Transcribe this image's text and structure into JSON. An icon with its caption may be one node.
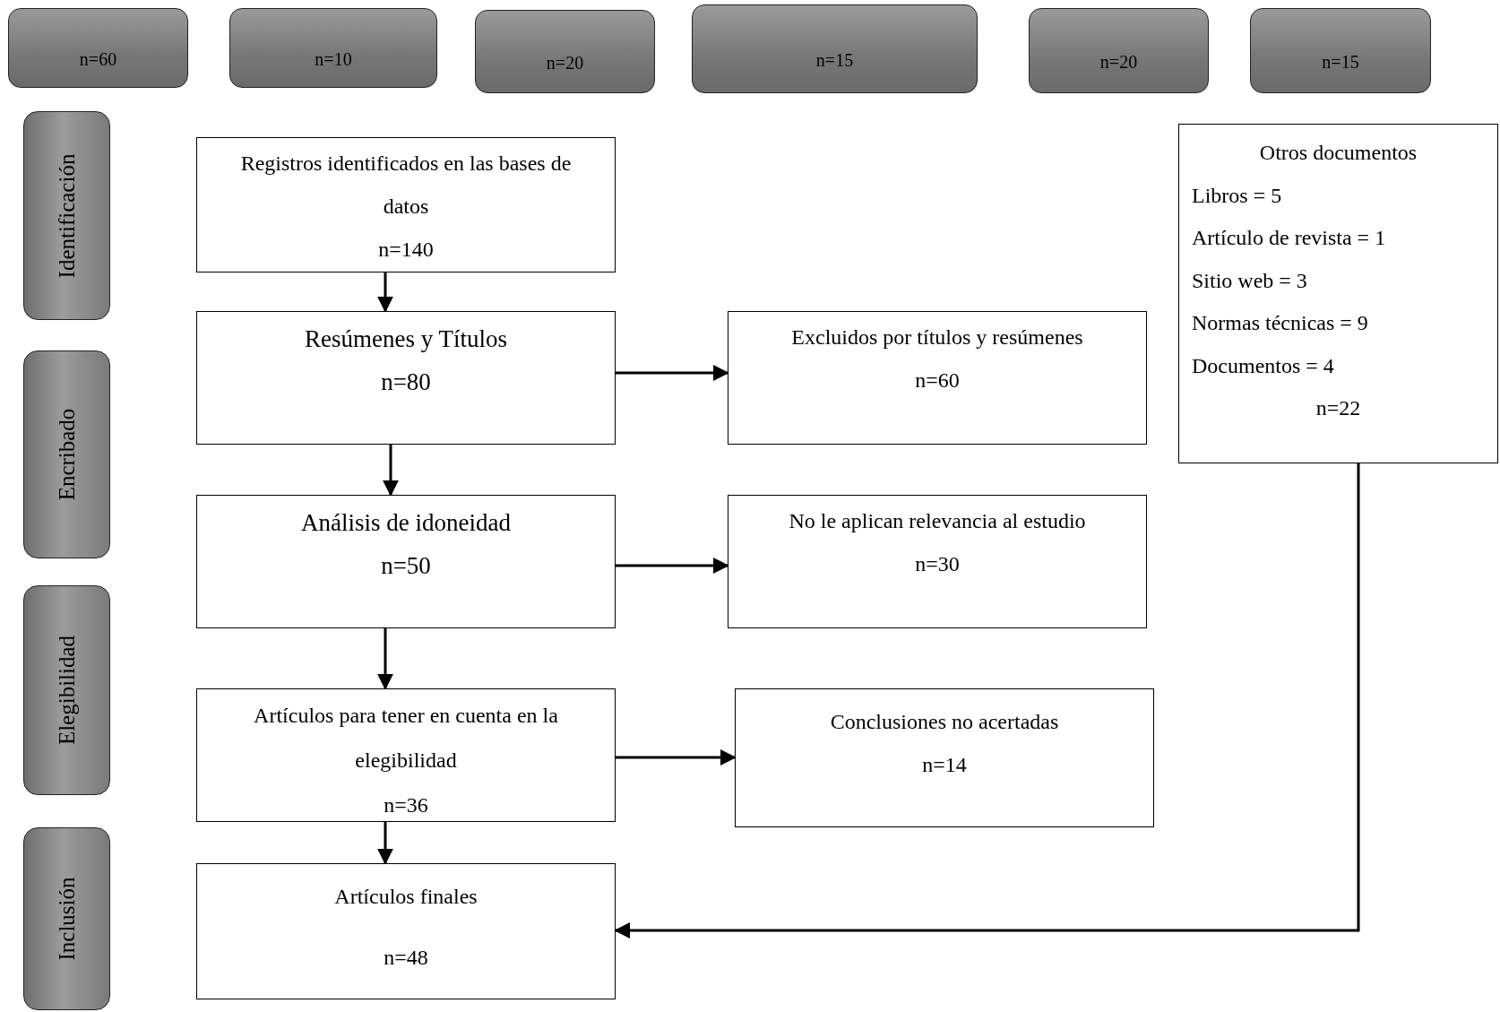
{
  "diagram": {
    "nodes": [
      {
        "text": [
          "n=60"
        ]
      },
      {
        "text": [
          "n=10"
        ]
      },
      {
        "text": [
          "n=20"
        ]
      },
      {
        "text": [
          "n=15"
        ]
      },
      {
        "text": [
          "n=20"
        ]
      },
      {
        "text": [
          "n=15"
        ]
      },
      {
        "text": [
          "Identificación"
        ]
      },
      {
        "text": [
          "Registros identificados en las bases de datos",
          "n=140"
        ]
      },
      {
        "text": [
          "Otros documentos",
          "Libros = 5",
          "Artículo de revista = 1",
          "Sitio web = 3",
          "Normas técnicas = 9",
          "Documentos = 4",
          "n=22"
        ]
      },
      {
        "text": [
          "Encribado"
        ]
      },
      {
        "text": [
          "Resúmenes y Títulos",
          "n=80"
        ]
      },
      {
        "text": [
          "Excluidos por títulos y resúmenes",
          "n=60"
        ]
      },
      {
        "text": [
          "Análisis de idoneidad",
          "n=50"
        ]
      },
      {
        "text": [
          "No le aplican relevancia al estudio",
          "n=30"
        ]
      },
      {
        "text": [
          "Elegibilidad"
        ]
      },
      {
        "text": [
          "Artículos para tener en cuenta en la elegibilidad",
          "n=36"
        ]
      },
      {
        "text": [
          "Conclusiones no acertadas",
          "n=14"
        ]
      },
      {
        "text": [
          "Inclusión"
        ]
      },
      {
        "text": [
          "Artículos finales",
          "n=48"
        ]
      }
    ],
    "edges": [
      {
        "from": 7,
        "to": 10,
        "arrow": "to"
      },
      {
        "from": 10,
        "to": 11,
        "arrow": "to"
      },
      {
        "from": 10,
        "to": 12,
        "arrow": "to"
      },
      {
        "from": 12,
        "to": 13,
        "arrow": "to"
      },
      {
        "from": 12,
        "to": 15,
        "arrow": "to"
      },
      {
        "from": 15,
        "to": 16,
        "arrow": "to"
      },
      {
        "from": 15,
        "to": 18,
        "arrow": "to"
      },
      {
        "from": 8,
        "to": 18,
        "arrow": "to"
      }
    ]
  }
}
